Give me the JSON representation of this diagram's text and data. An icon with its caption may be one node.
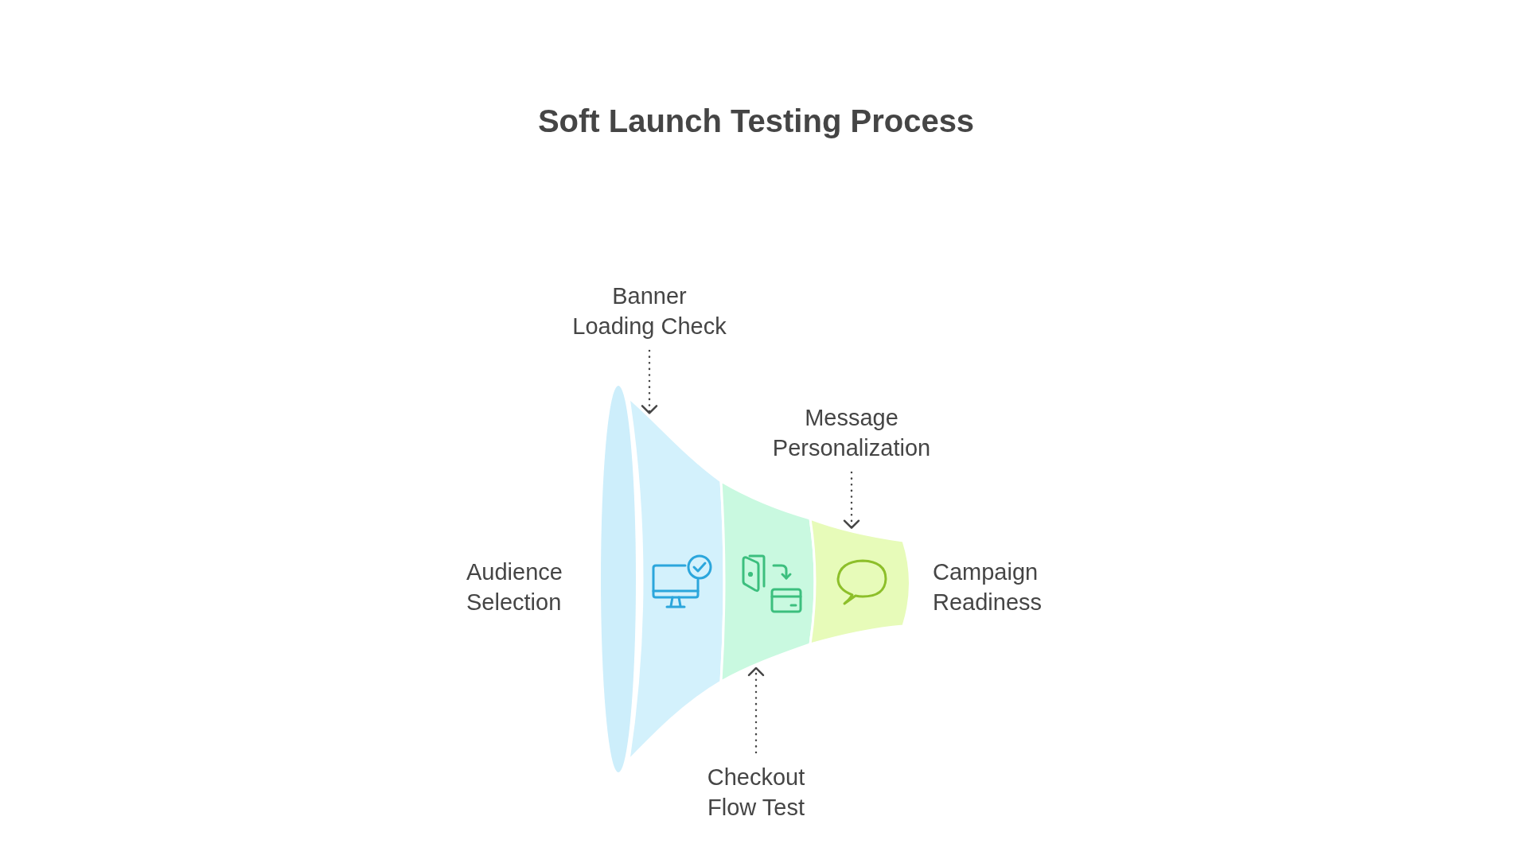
{
  "diagram": {
    "title": "Soft Launch Testing Process",
    "nodes": [
      {
        "text": [
          "Banner Loading Check"
        ]
      },
      {
        "text": [
          "Message Personalization"
        ]
      },
      {
        "text": [],
        "shape": "ellipse"
      },
      {
        "text": [],
        "shape": "funnel"
      },
      {
        "text": [],
        "shape": "funnel"
      },
      {
        "text": [],
        "shape": "funnel"
      },
      {
        "text": [
          "Checkout Flow Test"
        ]
      }
    ],
    "edges": [
      {
        "from": 0,
        "to": 3,
        "arrow": "to",
        "style": "dashed"
      },
      {
        "from": 1,
        "to": 5,
        "arrow": "to",
        "style": "dashed"
      },
      {
        "from": 6,
        "to": 4,
        "arrow": "to",
        "style": "dashed"
      }
    ],
    "labels": [
      "Audience Selection",
      "Campaign Readiness"
    ]
  }
}
